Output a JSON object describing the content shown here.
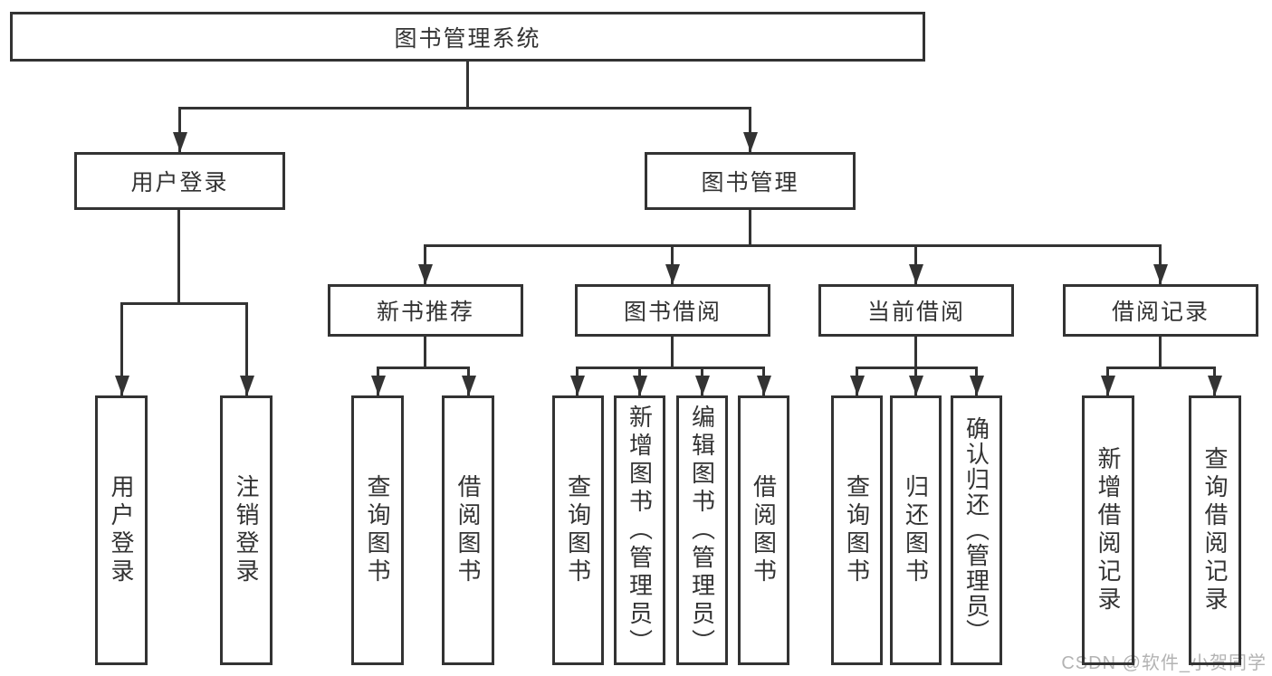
{
  "title": {
    "label": "图书管理系统"
  },
  "level2": [
    {
      "label": "用户登录"
    },
    {
      "label": "图书管理"
    }
  ],
  "level3": [
    {
      "label": "新书推荐"
    },
    {
      "label": "图书借阅"
    },
    {
      "label": "当前借阅"
    },
    {
      "label": "借阅记录"
    }
  ],
  "leaves": [
    {
      "label": "用户登录"
    },
    {
      "label": "注销登录"
    },
    {
      "label": "查询图书"
    },
    {
      "label": "借阅图书"
    },
    {
      "label": "查询图书"
    },
    {
      "label": "新增图书（管理员）"
    },
    {
      "label": "编辑图书（管理员）"
    },
    {
      "label": "借阅图书"
    },
    {
      "label": "查询图书"
    },
    {
      "label": "归还图书"
    },
    {
      "label": "确认归还（管理员）"
    },
    {
      "label": "新增借阅记录"
    },
    {
      "label": "查询借阅记录"
    }
  ],
  "watermark": {
    "text": "CSDN @软件_小贺同学"
  },
  "colors": {
    "line": "#333333",
    "watermark": "#b3b3b3",
    "background": "#ffffff"
  }
}
